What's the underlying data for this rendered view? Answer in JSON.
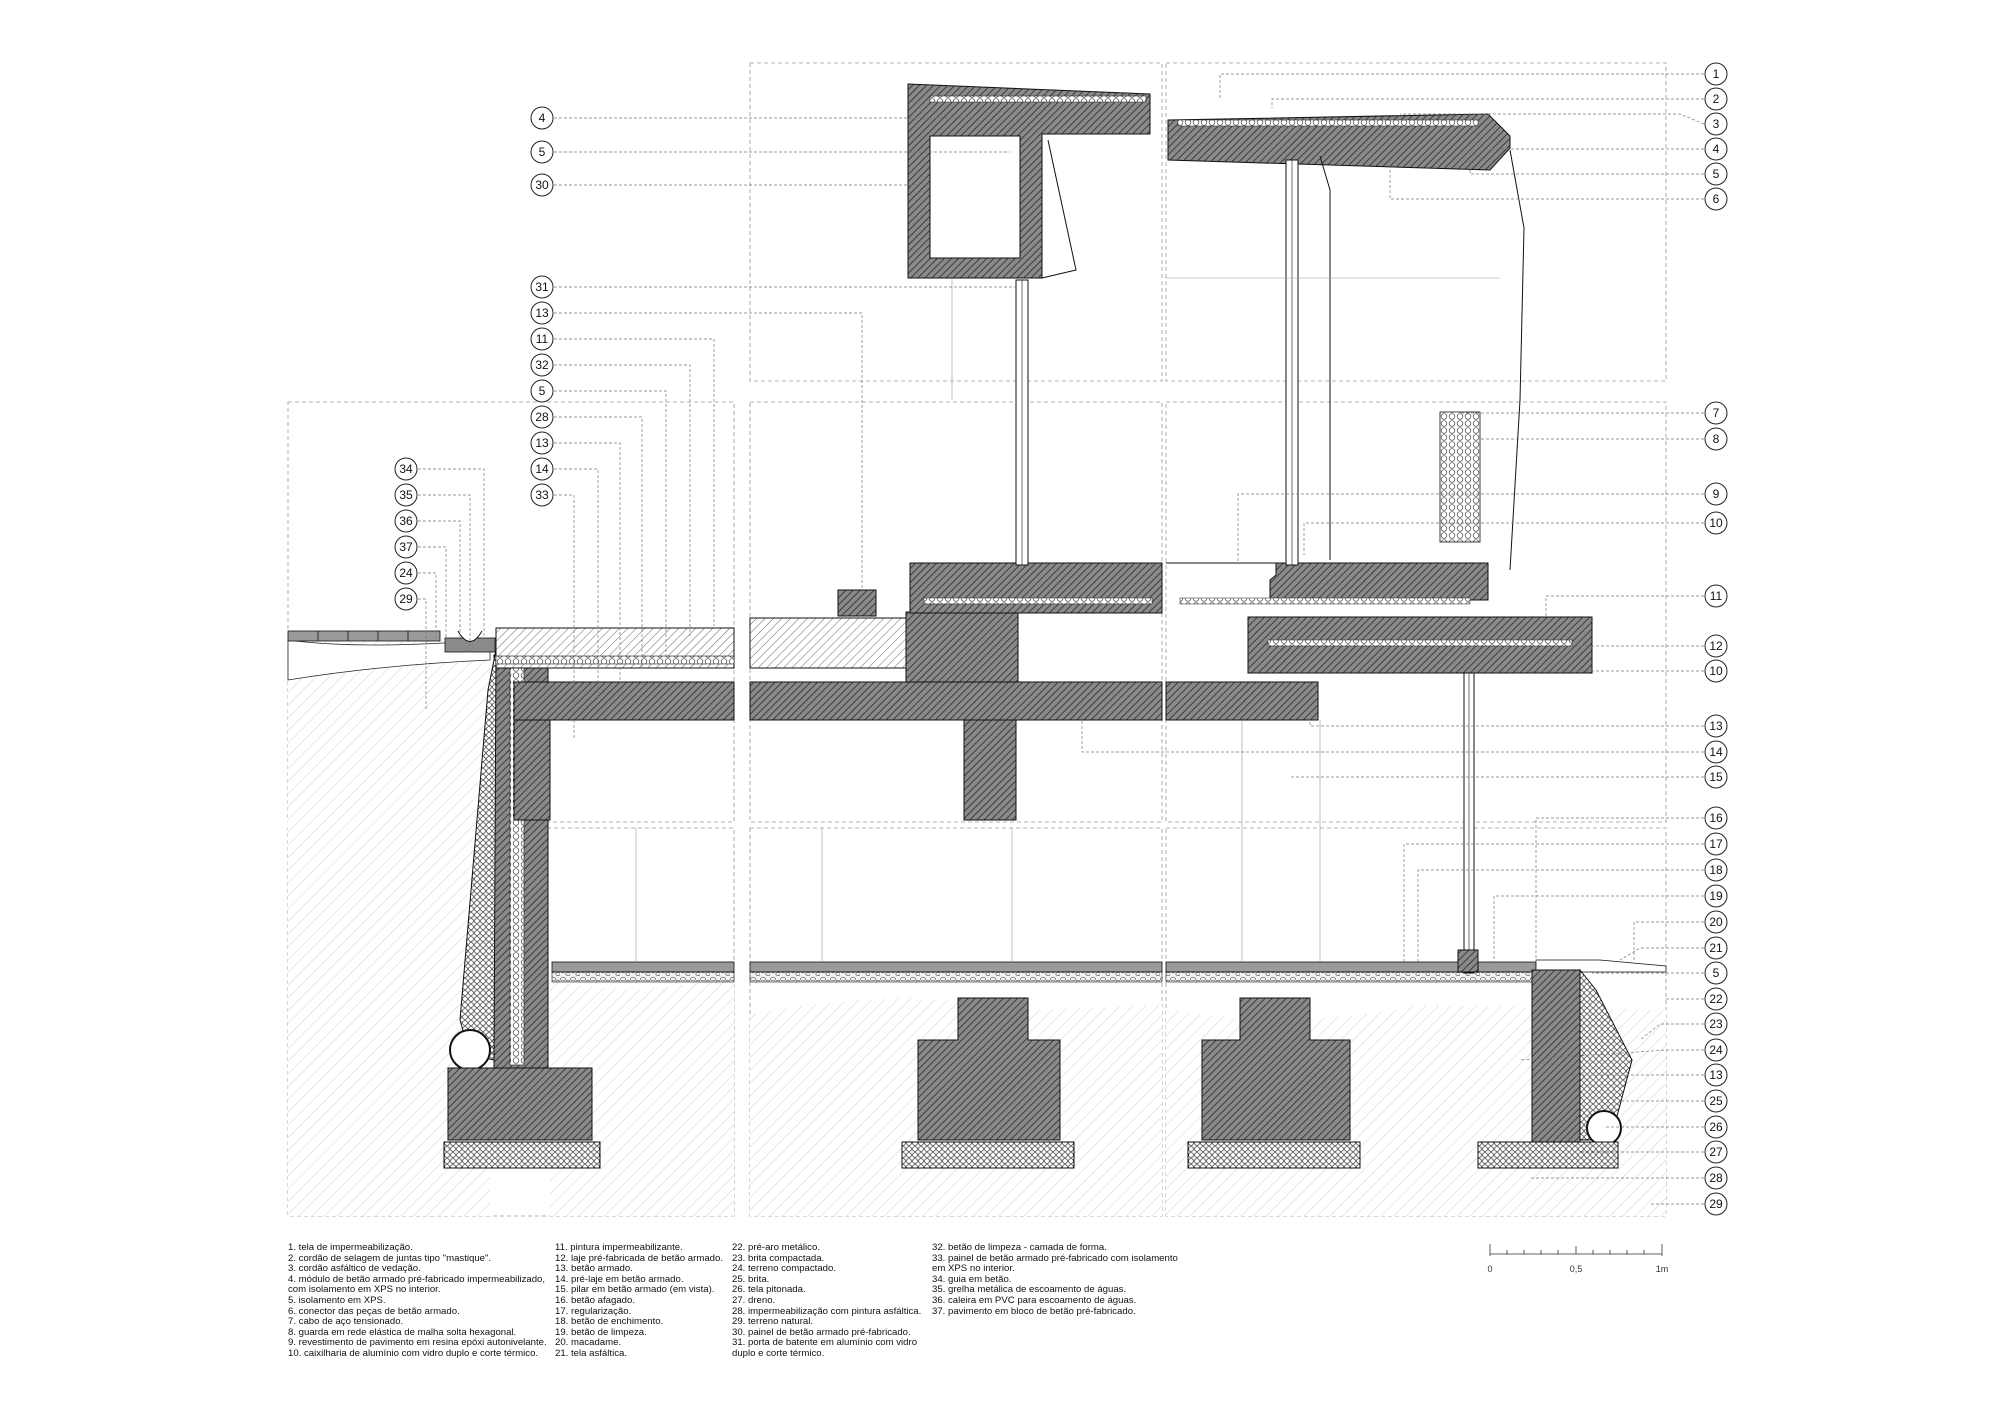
{
  "callouts": {
    "left": [
      "4",
      "5",
      "30",
      "31",
      "13",
      "11",
      "32",
      "5",
      "28",
      "13",
      "14",
      "33"
    ],
    "far_left": [
      "34",
      "35",
      "36",
      "37",
      "24",
      "29"
    ],
    "right": [
      "1",
      "2",
      "3",
      "4",
      "5",
      "6",
      "7",
      "8",
      "9",
      "10",
      "11",
      "12",
      "10",
      "13",
      "14",
      "15",
      "16",
      "17",
      "18",
      "19",
      "20",
      "21",
      "5",
      "22",
      "23",
      "24",
      "13",
      "25",
      "26",
      "27",
      "28",
      "29"
    ]
  },
  "legend": {
    "col1": [
      "1. tela de impermeabilização.",
      "2. cordão de selagem de juntas tipo \"mastique\".",
      "3. cordão asfáltico de vedação.",
      "4. módulo de betão armado pré-fabricado impermeabilizado,",
      "com isolamento em XPS no interior.",
      "5. isolamento em XPS.",
      "6. conector das peças de betão armado.",
      "7. cabo de aço tensionado.",
      "8. guarda em rede elástica de malha solta hexagonal.",
      "9. revestimento de pavimento em resina epóxi autonivelante.",
      "10. caixilharia de alumínio com vidro duplo e corte térmico."
    ],
    "col2": [
      "11. pintura impermeabilizante.",
      "12. laje pré-fabricada de betão armado.",
      "13. betão armado.",
      "14. pré-laje em betão armado.",
      "15. pilar em betão armado (em vista).",
      "16. betão afagado.",
      "17. regularização.",
      "18. betão de enchimento.",
      "19. betão de limpeza.",
      "20. macadame.",
      "21. tela asfáltica."
    ],
    "col3": [
      "22. pré-aro metálico.",
      "23. brita compactada.",
      "24. terreno compactado.",
      "25. brita.",
      "26. tela pitonada.",
      "27. dreno.",
      "28. impermeabilização com pintura asfáltica.",
      "29. terreno natural.",
      "30. painel de betão armado pré-fabricado.",
      "31. porta de batente em alumínio com vidro",
      "duplo e corte térmico."
    ],
    "col4": [
      "32. betão de limpeza - camada de forma.",
      "33. painel de betão armado pré-fabricado com isolamento",
      "em XPS no interior.",
      "34. guia em betão.",
      "35. grelha metálica de escoamento de águas.",
      "36. caleira em PVC para escoamento de águas.",
      "37. pavimento em bloco de betão pré-fabricado."
    ]
  },
  "scale": {
    "labels": [
      "0",
      "0,5",
      "1m"
    ]
  },
  "colors": {
    "ink": "#111111",
    "concrete": "#6e6e6e",
    "guide": "#9a9a9a"
  }
}
